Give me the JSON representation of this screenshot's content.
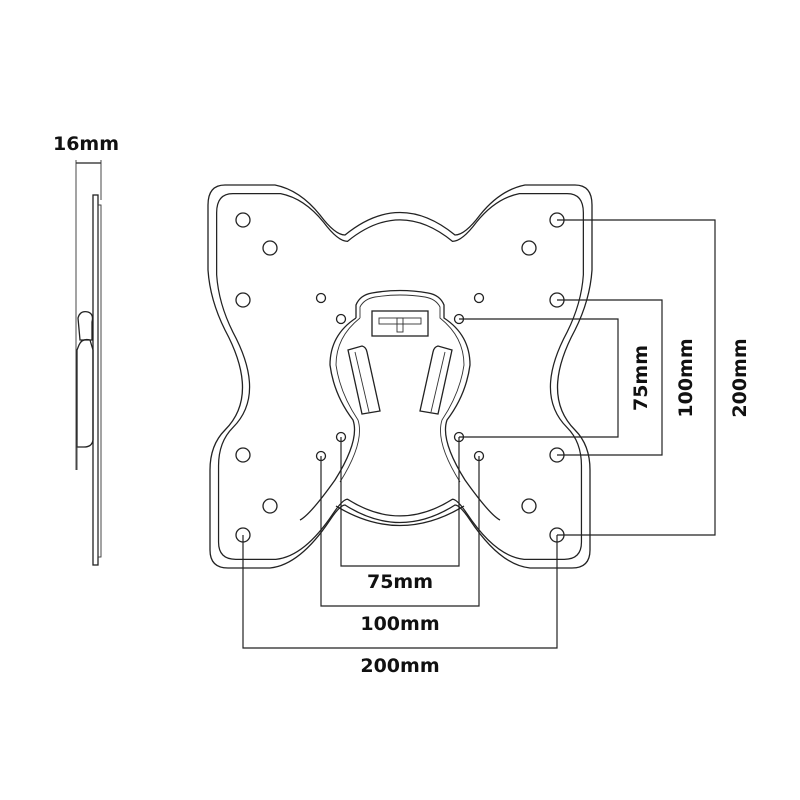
{
  "side_view": {
    "depth_label": "16mm"
  },
  "front_view": {
    "horizontal_dimensions": [
      "75mm",
      "100mm",
      "200mm"
    ],
    "vertical_dimensions": [
      "75mm",
      "100mm",
      "200mm"
    ]
  },
  "colors": {
    "line": "#222222",
    "background": "#ffffff"
  }
}
